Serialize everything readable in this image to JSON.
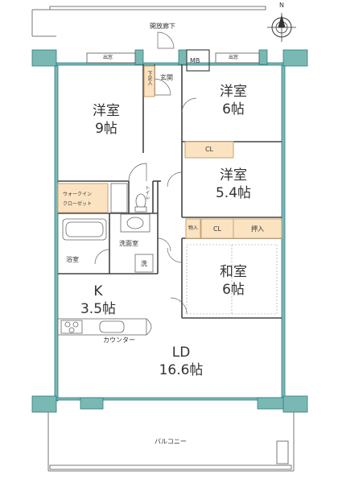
{
  "labels": {
    "corridor": "開放廊下",
    "window_left": "出窓",
    "window_right": "出窓",
    "mb": "MB",
    "genkan": "玄関",
    "shitabako": "下足入",
    "room1_name": "洋室",
    "room1_size": "9帖",
    "room2_name": "洋室",
    "room2_size": "6帖",
    "cl1": "CL",
    "room3_name": "洋室",
    "room3_size": "5.4帖",
    "walkin1": "ウォークイン",
    "walkin2": "クローゼット",
    "toilet": "トイレ",
    "storage_small": "物入",
    "cl2": "CL",
    "oshiire": "押入",
    "senmen": "洗面室",
    "washer": "洗",
    "bath": "浴室",
    "washoshitsu_name": "和室",
    "washoshitsu_size": "6帖",
    "kitchen_name": "K",
    "kitchen_size": "3.5帖",
    "counter": "カウンター",
    "ld_name": "LD",
    "ld_size": "16.6帖",
    "balcony": "バルコニー",
    "compass_n": "N"
  },
  "colors": {
    "wall": "#7ab8b4",
    "wall_dark": "#2e7d7d",
    "closet": "#fbe3c2",
    "closet_border": "#c9a16f",
    "line": "#444444"
  },
  "icons": {
    "compass": "north-compass-icon"
  }
}
